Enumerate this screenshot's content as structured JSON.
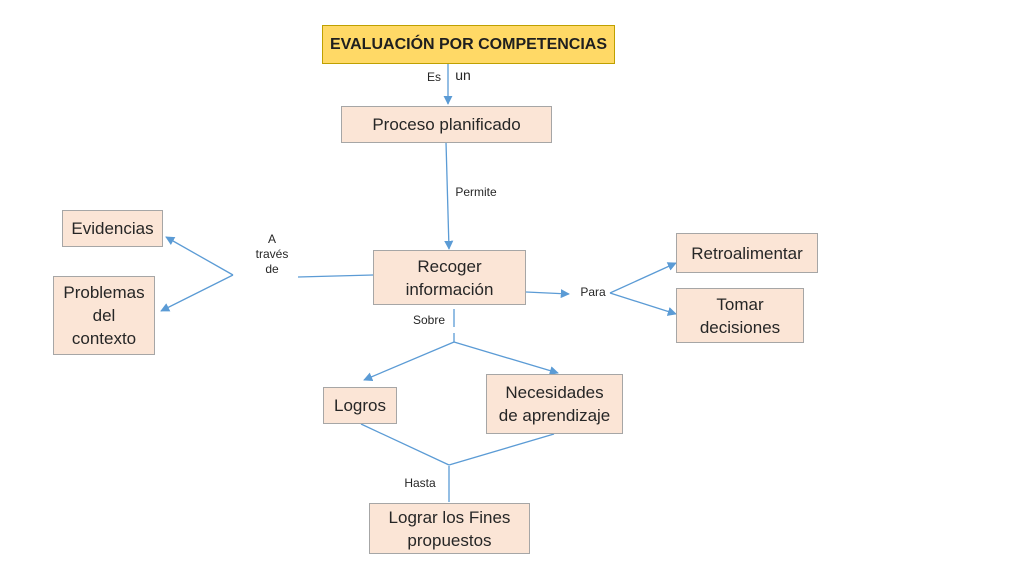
{
  "title": "EVALUACIÓN POR COMPETENCIAS",
  "nodes": {
    "proceso": "Proceso planificado",
    "recoger": "Recoger\ninformación",
    "evidencias": "Evidencias",
    "problemas": "Problemas\ndel\ncontexto",
    "retroalimentar": "Retroalimentar",
    "tomar": "Tomar\ndecisiones",
    "logros": "Logros",
    "necesidades": "Necesidades\nde aprendizaje",
    "lograr": "Lograr los Fines\npropuestos"
  },
  "links": {
    "es": "Es",
    "un": "un",
    "permite": "Permite",
    "a_traves_de": "A\ntravés\nde",
    "para": "Para",
    "sobre": "Sobre",
    "hasta": "Hasta"
  },
  "colors": {
    "title_fill": "#ffd966",
    "node_fill": "#fbe5d6",
    "connector": "#5b9bd5"
  }
}
